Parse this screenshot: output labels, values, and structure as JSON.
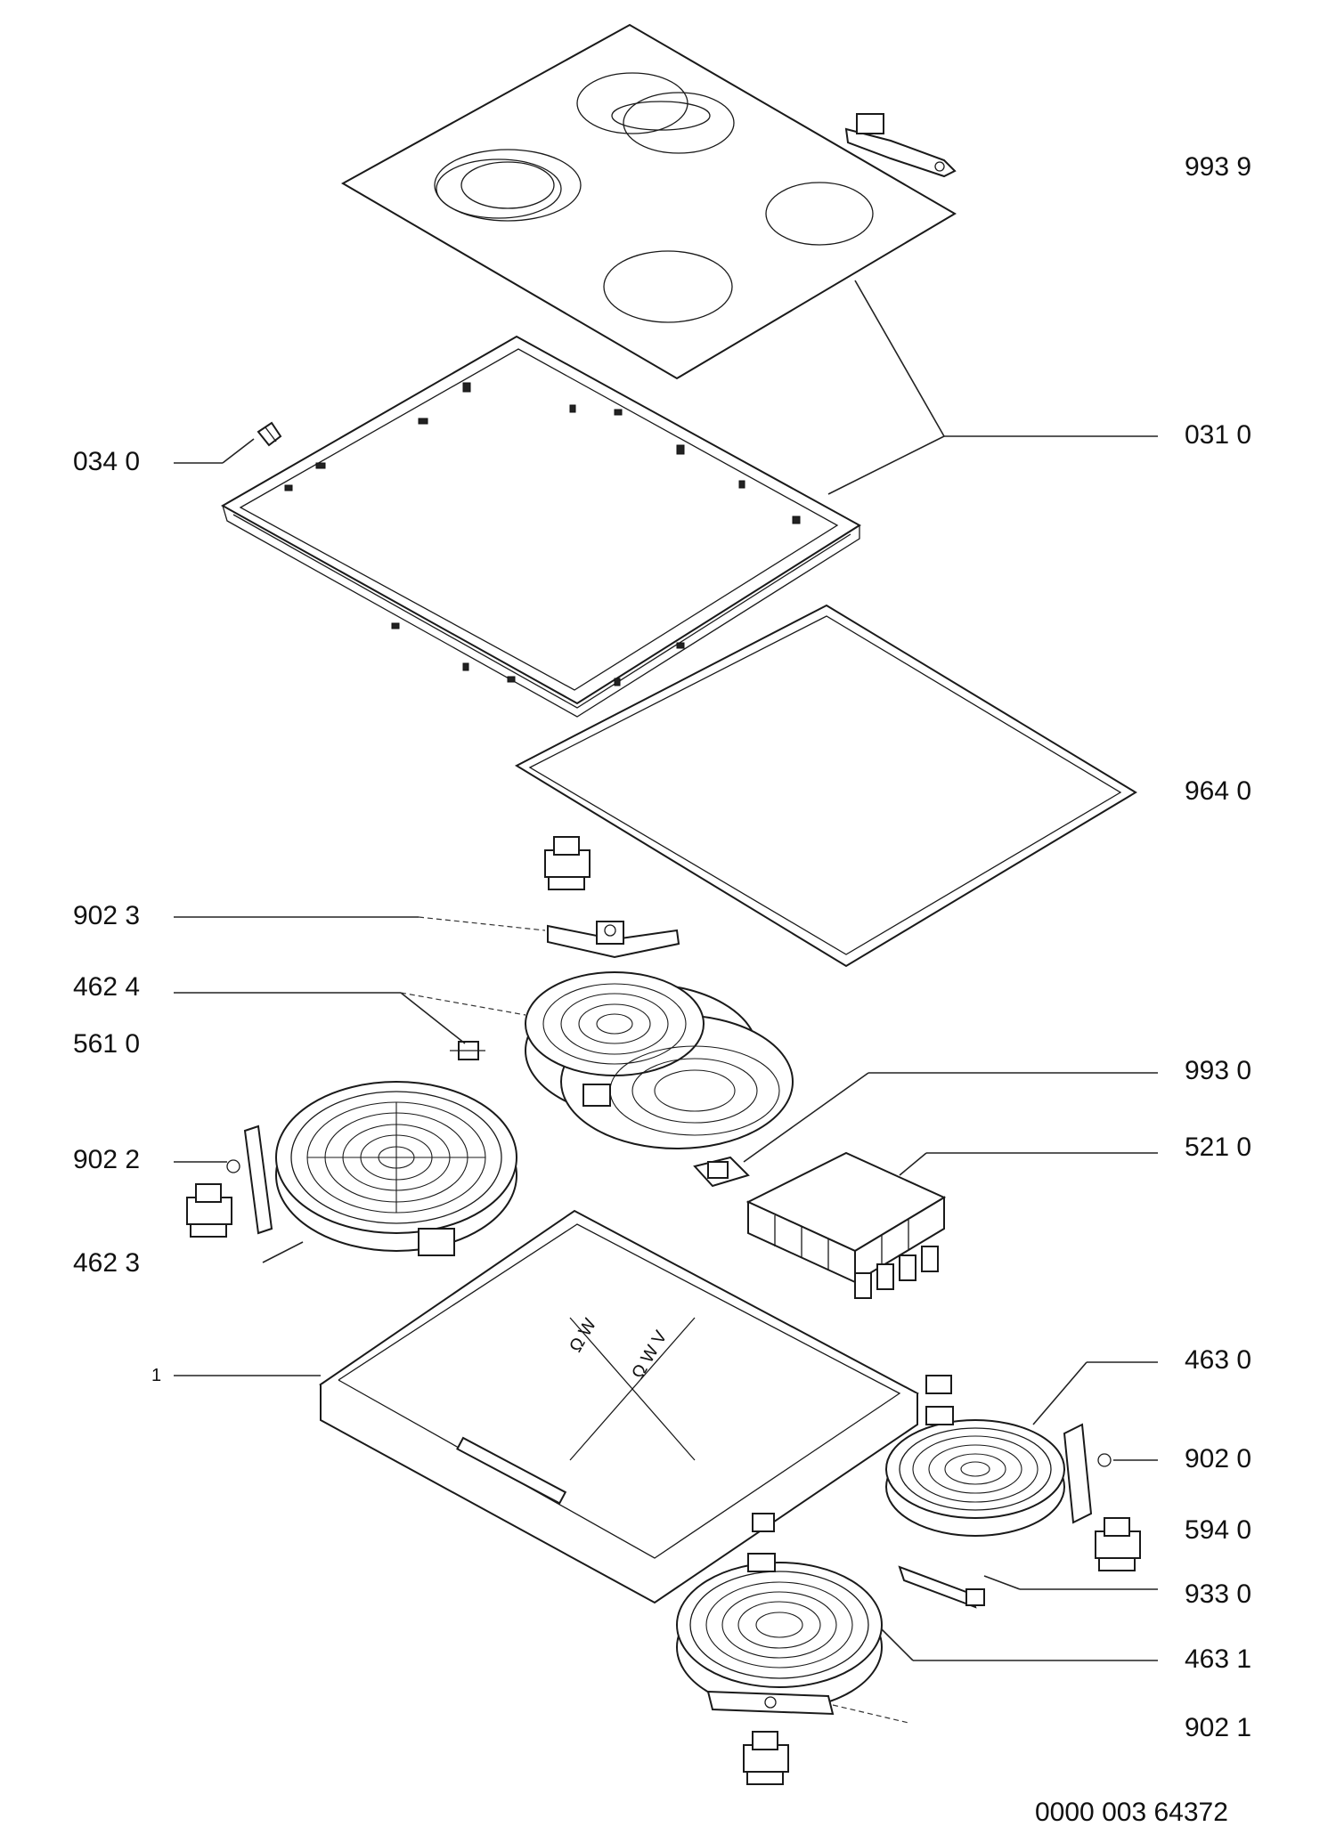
{
  "labels": {
    "p993_9": "993 9",
    "p031_0": "031 0",
    "p034_0": "034 0",
    "p964_0": "964 0",
    "p902_3": "902 3",
    "p462_4": "462 4",
    "p561_0": "561 0",
    "p993_0": "993 0",
    "p902_2": "902 2",
    "p521_0": "521 0",
    "p462_3": "462 3",
    "p1": "1",
    "p463_0": "463 0",
    "p902_0": "902 0",
    "p594_0": "594 0",
    "p933_0": "933 0",
    "p463_1": "463 1",
    "p902_1": "902 1"
  },
  "drawing_number": "0000 003 64372"
}
